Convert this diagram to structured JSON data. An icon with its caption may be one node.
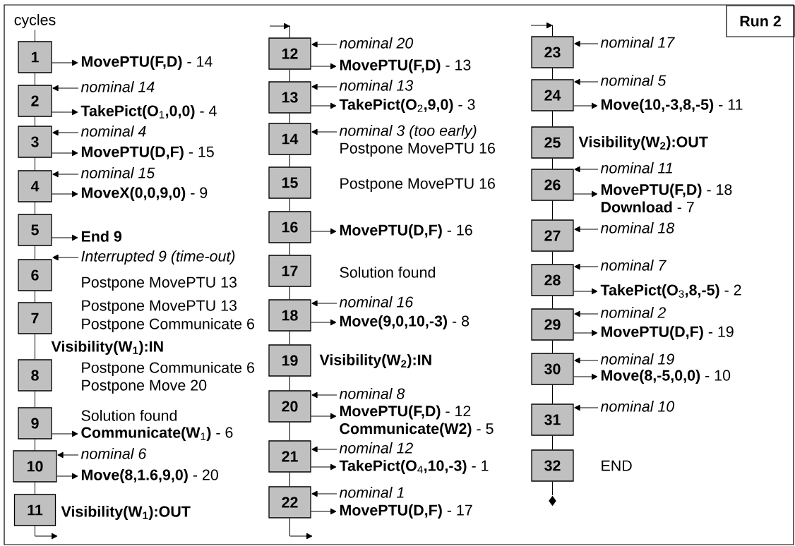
{
  "diagram": {
    "nodes": [
      {
        "text": [
          "cycles"
        ]
      },
      {
        "text": [
          "1"
        ]
      },
      {
        "text": [
          "**MovePTU(F,D)** - 14"
        ]
      },
      {
        "text": [
          "2"
        ]
      },
      {
        "text": [
          "nominal 14"
        ]
      },
      {
        "text": [
          "**TakePict(O**$_{1}$**,0,0)** - 4"
        ]
      },
      {
        "text": [
          "3"
        ]
      },
      {
        "text": [
          "nominal 4"
        ]
      },
      {
        "text": [
          "**MovePTU(D,F)** - 15"
        ]
      },
      {
        "text": [
          "4"
        ]
      },
      {
        "text": [
          "nominal 15"
        ]
      },
      {
        "text": [
          "**MoveX(0,0,9,0)** - 9"
        ]
      },
      {
        "text": [
          "5"
        ]
      },
      {
        "text": [
          "End 9"
        ]
      },
      {
        "text": [
          "6"
        ]
      },
      {
        "text": [
          "Interrupted 9 (time-out)"
        ]
      },
      {
        "text": [
          "7"
        ]
      },
      {
        "text": [
          "8"
        ]
      },
      {
        "text": [
          "9"
        ]
      },
      {
        "text": [
          "**Communicate(W**$_{1}$**)** - 6"
        ]
      },
      {
        "text": [
          "10"
        ]
      },
      {
        "text": [
          "nominal 6"
        ]
      },
      {
        "text": [
          "**Move(8,1.6,9,0)** - 20"
        ]
      },
      {
        "text": [
          "11"
        ]
      },
      {
        "text": [
          "12"
        ]
      },
      {
        "text": [
          "nominal 20"
        ]
      },
      {
        "text": [
          "**MovePTU(F,D)** - 13"
        ]
      },
      {
        "text": [
          "13"
        ]
      },
      {
        "text": [
          "nominal 13"
        ]
      },
      {
        "text": [
          "**TakePict(O**$_{2}$**,9,0)** - 3"
        ]
      },
      {
        "text": [
          "14"
        ]
      },
      {
        "text": [
          "nominal 3 (too early)"
        ]
      },
      {
        "text": [
          "15"
        ]
      },
      {
        "text": [
          "16"
        ]
      },
      {
        "text": [
          "**MovePTU(D,F)** - 16"
        ]
      },
      {
        "text": [
          "17"
        ]
      },
      {
        "text": [
          "18"
        ]
      },
      {
        "text": [
          "nominal 16"
        ]
      },
      {
        "text": [
          "**Move(9,0,10,-3)** - 8"
        ]
      },
      {
        "text": [
          "19"
        ]
      },
      {
        "text": [
          "20"
        ]
      },
      {
        "text": [
          "nominal 8"
        ]
      },
      {
        "text": [
          "**MovePTU(F,D)** - 12",
          "**Communicate(W2)** - 5"
        ]
      },
      {
        "text": [
          "21"
        ]
      },
      {
        "text": [
          "nominal 12"
        ]
      },
      {
        "text": [
          "**TakePict(O**$_{4}$**,10,-3)** - 1"
        ]
      },
      {
        "text": [
          "22"
        ]
      },
      {
        "text": [
          "nominal 1"
        ]
      },
      {
        "text": [
          "**MovePTU(D,F)** - 17"
        ]
      },
      {
        "text": [
          "23"
        ]
      },
      {
        "text": [
          "nominal 17"
        ]
      },
      {
        "text": [
          "24"
        ]
      },
      {
        "text": [
          "nominal 5"
        ]
      },
      {
        "text": [
          "**Move(10,-3,8,-5)** - 11"
        ]
      },
      {
        "text": [
          "25"
        ]
      },
      {
        "text": [
          "26"
        ]
      },
      {
        "text": [
          "nominal 11"
        ]
      },
      {
        "text": [
          "**MovePTU(F,D)** - 18",
          "**Download** - 7"
        ]
      },
      {
        "text": [
          "27"
        ]
      },
      {
        "text": [
          "nominal 18"
        ]
      },
      {
        "text": [
          "28"
        ]
      },
      {
        "text": [
          "nominal 7"
        ]
      },
      {
        "text": [
          "**TakePict(O**$_{3}$**,8,-5)** - 2"
        ]
      },
      {
        "text": [
          "29"
        ]
      },
      {
        "text": [
          "nominal 2"
        ]
      },
      {
        "text": [
          "**MovePTU(D,F)** - 19"
        ]
      },
      {
        "text": [
          "30"
        ]
      },
      {
        "text": [
          "nominal 19"
        ]
      },
      {
        "text": [
          "**Move(8,-5,0,0)** - 10"
        ]
      },
      {
        "text": [
          "31"
        ]
      },
      {
        "text": [
          "nominal 10"
        ]
      },
      {
        "text": [
          "32"
        ]
      },
      {
        "text": [],
        "shape": "diamond"
      },
      {
        "text": [
          "Run 2"
        ]
      }
    ],
    "edges": [
      {
        "from": 0,
        "to": 1,
        "arrow": "none"
      },
      {
        "from": 1,
        "to": 3,
        "arrow": "none"
      },
      {
        "from": 3,
        "to": 6,
        "arrow": "none"
      },
      {
        "from": 6,
        "to": 9,
        "arrow": "none"
      },
      {
        "from": 9,
        "to": 12,
        "arrow": "none"
      },
      {
        "from": 12,
        "to": 14,
        "arrow": "none"
      },
      {
        "from": 14,
        "to": 16,
        "arrow": "none"
      },
      {
        "from": 16,
        "to": 17,
        "arrow": "none"
      },
      {
        "from": 17,
        "to": 18,
        "arrow": "none"
      },
      {
        "from": 18,
        "to": 20,
        "arrow": "none"
      },
      {
        "from": 20,
        "to": 23,
        "arrow": "none"
      },
      {
        "from": 1,
        "to": 2,
        "arrow": "to"
      },
      {
        "from": 3,
        "to": 5,
        "arrow": "to"
      },
      {
        "from": 6,
        "to": 8,
        "arrow": "to"
      },
      {
        "from": 9,
        "to": 11,
        "arrow": "to"
      },
      {
        "from": 12,
        "to": 13,
        "arrow": "to"
      },
      {
        "from": 18,
        "to": 19,
        "arrow": "to"
      },
      {
        "from": 20,
        "to": 22,
        "arrow": "to"
      },
      {
        "from": 4,
        "to": 3,
        "arrow": "to"
      },
      {
        "from": 7,
        "to": 6,
        "arrow": "to"
      },
      {
        "from": 10,
        "to": 9,
        "arrow": "to"
      },
      {
        "from": 15,
        "to": 14,
        "arrow": "to"
      },
      {
        "from": 21,
        "to": 20,
        "arrow": "to"
      },
      {
        "from": 23,
        "to": null,
        "arrow": "to"
      },
      {
        "from": null,
        "to": 24,
        "arrow": "to"
      },
      {
        "from": 24,
        "to": 27,
        "arrow": "none"
      },
      {
        "from": 27,
        "to": 30,
        "arrow": "none"
      },
      {
        "from": 30,
        "to": 32,
        "arrow": "none"
      },
      {
        "from": 32,
        "to": 33,
        "arrow": "none"
      },
      {
        "from": 33,
        "to": 35,
        "arrow": "none"
      },
      {
        "from": 35,
        "to": 36,
        "arrow": "none"
      },
      {
        "from": 36,
        "to": 39,
        "arrow": "none"
      },
      {
        "from": 39,
        "to": 40,
        "arrow": "none"
      },
      {
        "from": 40,
        "to": 43,
        "arrow": "none"
      },
      {
        "from": 43,
        "to": 46,
        "arrow": "none"
      },
      {
        "from": 24,
        "to": 26,
        "arrow": "to"
      },
      {
        "from": 27,
        "to": 29,
        "arrow": "to"
      },
      {
        "from": 33,
        "to": 34,
        "arrow": "to"
      },
      {
        "from": 36,
        "to": 38,
        "arrow": "to"
      },
      {
        "from": 40,
        "to": 42,
        "arrow": "to"
      },
      {
        "from": 43,
        "to": 45,
        "arrow": "to"
      },
      {
        "from": 46,
        "to": 48,
        "arrow": "to"
      },
      {
        "from": 25,
        "to": 24,
        "arrow": "to"
      },
      {
        "from": 28,
        "to": 27,
        "arrow": "to"
      },
      {
        "from": 31,
        "to": 30,
        "arrow": "to"
      },
      {
        "from": 37,
        "to": 36,
        "arrow": "to"
      },
      {
        "from": 41,
        "to": 40,
        "arrow": "to"
      },
      {
        "from": 44,
        "to": 43,
        "arrow": "to"
      },
      {
        "from": 47,
        "to": 46,
        "arrow": "to"
      },
      {
        "from": 46,
        "to": null,
        "arrow": "to"
      },
      {
        "from": null,
        "to": 49,
        "arrow": "to"
      },
      {
        "from": 49,
        "to": 51,
        "arrow": "none"
      },
      {
        "from": 51,
        "to": 54,
        "arrow": "none"
      },
      {
        "from": 54,
        "to": 55,
        "arrow": "none"
      },
      {
        "from": 55,
        "to": 58,
        "arrow": "none"
      },
      {
        "from": 58,
        "to": 60,
        "arrow": "none"
      },
      {
        "from": 60,
        "to": 63,
        "arrow": "none"
      },
      {
        "from": 63,
        "to": 66,
        "arrow": "none"
      },
      {
        "from": 66,
        "to": 69,
        "arrow": "none"
      },
      {
        "from": 69,
        "to": 71,
        "arrow": "none"
      },
      {
        "from": 71,
        "to": 72,
        "arrow": "none"
      },
      {
        "from": 51,
        "to": 53,
        "arrow": "to"
      },
      {
        "from": 55,
        "to": 57,
        "arrow": "to"
      },
      {
        "from": 60,
        "to": 62,
        "arrow": "to"
      },
      {
        "from": 63,
        "to": 65,
        "arrow": "to"
      },
      {
        "from": 66,
        "to": 68,
        "arrow": "to"
      },
      {
        "from": 50,
        "to": 49,
        "arrow": "to"
      },
      {
        "from": 52,
        "to": 51,
        "arrow": "to"
      },
      {
        "from": 56,
        "to": 55,
        "arrow": "to"
      },
      {
        "from": 59,
        "to": 58,
        "arrow": "to"
      },
      {
        "from": 61,
        "to": 60,
        "arrow": "to"
      },
      {
        "from": 64,
        "to": 63,
        "arrow": "to"
      },
      {
        "from": 67,
        "to": 66,
        "arrow": "to"
      },
      {
        "from": 70,
        "to": 69,
        "arrow": "to"
      }
    ],
    "labels": [
      "Postpone MovePTU 13",
      "Postpone MovePTU 13",
      "Postpone Communicate 6",
      "Visibility(W$_{1}$):IN",
      "Postpone Communicate 6",
      "Postpone Move 20",
      "Solution found",
      "Visibility(W$_{1}$):OUT",
      "Postpone MovePTU 16",
      "Postpone MovePTU 16",
      "Solution found",
      "Visibility(W$_{2}$):IN",
      "Visibility(W$_{2}$):OUT",
      "END"
    ]
  }
}
